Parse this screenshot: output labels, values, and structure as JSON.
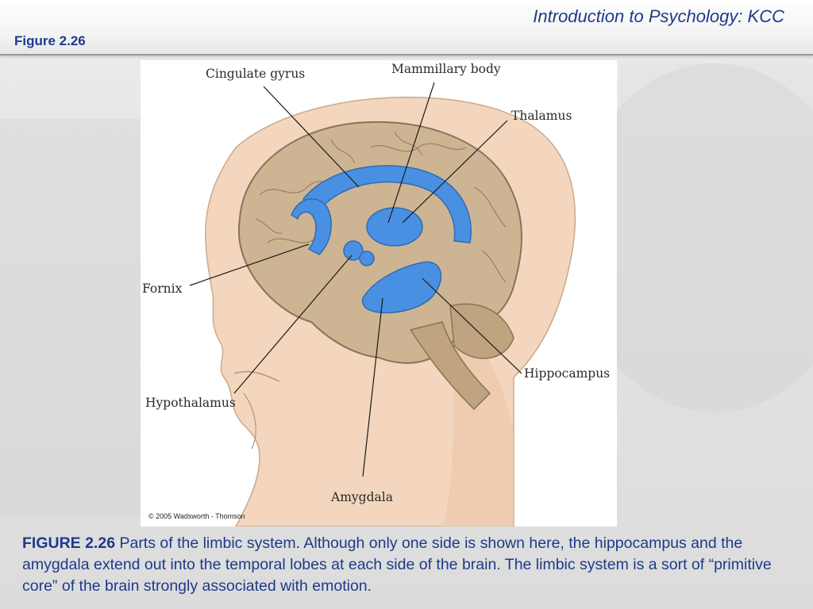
{
  "header": {
    "course_title": "Introduction to Psychology: KCC",
    "figure_label": "Figure 2.26"
  },
  "figure": {
    "labels": {
      "cingulate_gyrus": "Cingulate gyrus",
      "mammillary_body": "Mammillary body",
      "thalamus": "Thalamus",
      "fornix": "Fornix",
      "hippocampus": "Hippocampus",
      "hypothalamus": "Hypothalamus",
      "amygdala": "Amygdala"
    },
    "copyright": "© 2005 Wadsworth - Thomson"
  },
  "caption": {
    "lead": "FIGURE 2.26",
    "text": " Parts of the limbic system. Although only one side is shown here, the hippocampus and the amygdala extend out into the temporal lobes at each side of the brain. The limbic system is a sort of “primitive core” of the brain strongly associated with emotion."
  },
  "colors": {
    "title_blue": "#1e3a8a",
    "limbic_blue": "#4a90e2",
    "brain_tan": "#cdb593",
    "skin": "#f3d6bd"
  }
}
